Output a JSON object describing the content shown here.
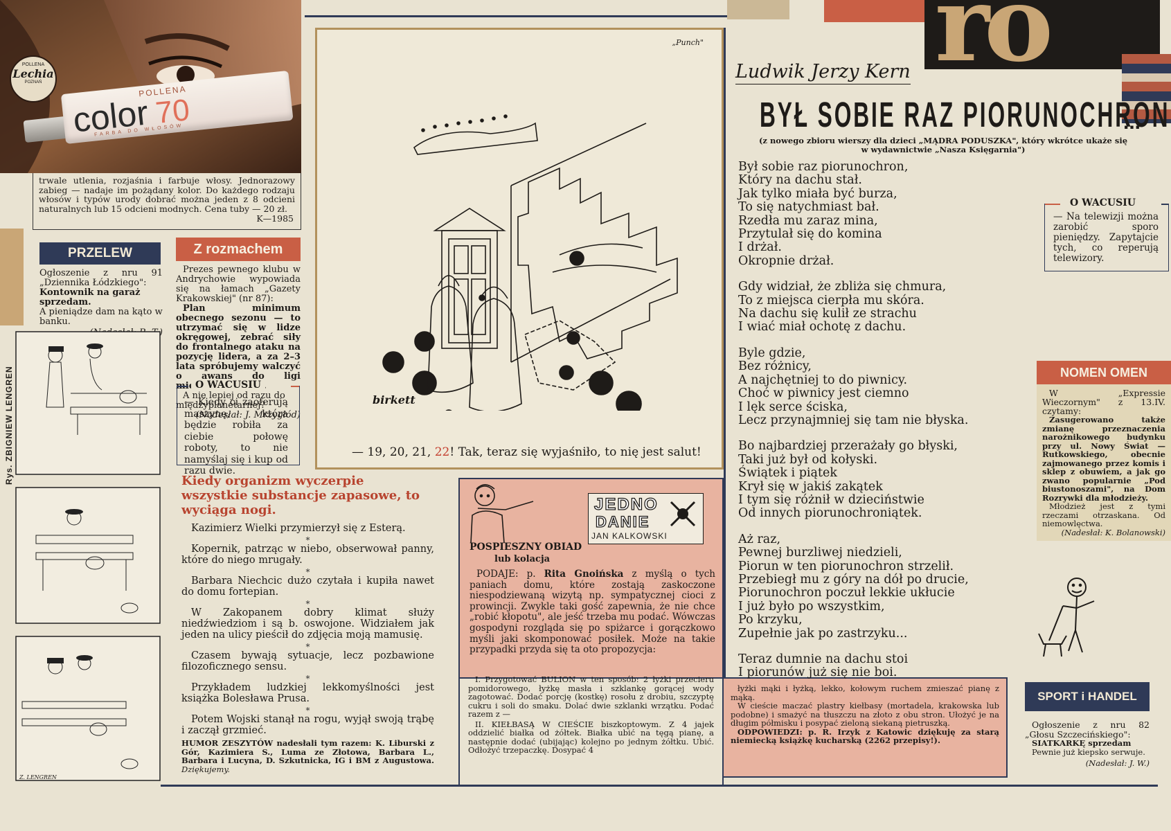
{
  "ad": {
    "brand": "POLLENA",
    "logo_text": "Lechia",
    "city": "POZNAŃ",
    "product": "color",
    "product_number": "70",
    "tube_text": "FARBA DO WŁOSÓW",
    "body": "trwale utlenia, rozjaśnia i farbuje włosy. Jednorazowy zabieg — nadaje im pożądany kolor. Do każdego rodzaju włosów i typów urody dobrać można jeden z 8 odcieni naturalnych lub 15 odcieni modnych. Cena tuby — 20 zł.",
    "code": "K—1985"
  },
  "masthead": {
    "fragment": "ro"
  },
  "przelew": {
    "title": "PRZELEW",
    "intro": "Ogłoszenie z nru 91 „Dziennika Łódzkiego\":",
    "bold": "Kontownik na garaż sprzedam.",
    "rest": "A pieniądze dam na kąto w banku.",
    "credit": "(Nadesłał: R. T.)"
  },
  "rozmach": {
    "title": "Z rozmachem",
    "p1": "Prezes pewnego klubu w Andrychowie wypowiada się na łamach „Gazety Krakowskiej\" (nr 87):",
    "p2": "Plan minimum obecnego sezonu — to utrzymać się w lidze okręgowej, zebrać siły do frontalnego ataku na pozycję lidera, a za 2–3 lata spróbujemy walczyć o awans do ligi międzynarodowej.",
    "p3": "A nie lepiej od razu do międzyplanetarnej?",
    "credit": "(Nadesłał: J. Mrzygłód)"
  },
  "wacus1": {
    "title": "O WACUSIU",
    "text": "— Kiedy ci zaoferują maszynę, która będzie robiła za ciebie połowę roboty, to nie namyślaj się i kup od razu dwie."
  },
  "wacus2": {
    "title": "O WACUSIU",
    "text": "— Na telewizji można zarobić sporo pieniędzy. Zapytajcie tych, co reperują telewizory."
  },
  "cartoon": {
    "source": "„Punch\"",
    "signature": "birkett",
    "caption_a": "— 19, 20, 21, ",
    "caption_b": "22",
    "caption_c": "! Tak, teraz się wyjaśniło, to nię jest salut!"
  },
  "lengren": {
    "credit": "Rys. ZBIGNIEW LENGREN",
    "sign": "Z. LENGREN"
  },
  "jokes": {
    "headline": "Kiedy organizm wyczerpie wszystkie substancje zapasowe, to wyciąga nogi.",
    "items": [
      "Kazimierz Wielki przymierzył się z Esterą.",
      "Kopernik, patrząc w niebo, obserwował panny, które do niego mrugały.",
      "Barbara Niechcic dużo czytała i kupiła nawet do domu fortepian.",
      "W Zakopanem dobry klimat służy niedźwiedziom i są b. oswojone. Widziałem jak jeden na ulicy pieścił do zdjęcia moją mamusię.",
      "Czasem bywają sytuacje, lecz pozbawione filozoficznego sensu.",
      "Przykładem ludzkiej lekkomyślności jest książka Bolesława Prusa.",
      "Potem Wojski stanął na rogu, wyjął swoją trąbę i zaczął grzmieć."
    ],
    "footer_lead": "HUMOR ZESZYTÓW nadesłali tym razem: K. Liburski z Gór, Kazimiera S., Luma ze Złotowa, Barbara L., Barbara i Lucyna, D. Szkutnicka, IG i BM z Augustowa.",
    "footer_thanks": "Dziękujemy."
  },
  "recipe": {
    "logo_line1": "JEDNO",
    "logo_line2": "DANIE",
    "logo_author": "JAN KALKOWSKI",
    "title": "POSPIESZNY OBIAD",
    "subtitle": "lub kolacja",
    "intro_a": "PODAJE: p. ",
    "intro_name": "Rita Gnoińska",
    "intro_b": " z myślą o tych paniach domu, które zostają zaskoczone niespodziewaną wizytą np. sympatycznej cioci z prowincji. Zwykle taki gość zapewnia, że nie chce „robić kłopotu\", ale jeść trzeba mu podać. Wówczas gospodyni rozgląda się po spiżarce i gorączkowo myśli jaki skomponować posiłek. Może na takie przypadki przyda się ta oto propozycja:",
    "step1": "I. Przygotować BULION w ten sposób: 2 łyżki przecieru pomidorowego, łyżkę masła i szklankę gorącej wody zagotować. Dodać porcję (kostkę) rosołu z drobiu, szczyptę cukru i soli do smaku. Dolać dwie szklanki wrzątku. Podać razem z —",
    "step2": "II. KIEŁBASĄ W CIEŚCIE biszkoptowym. Z 4 jajek oddzielić białka od żółtek. Białka ubić na tęgą pianę, a następnie dodać (ubijając) kolejno po jednym żółtku. Ubić. Odłożyć trzepaczkę. Dosypać 4",
    "cont1": "łyżki mąki i łyżką, lekko, kołowym ruchem zmieszać pianę z mąką.",
    "cont2": "W cieście maczać plastry kiełbasy (mortadela, krakowska lub podobne) i smażyć na tłuszczu na złoto z obu stron. Ułożyć je na długim półmisku i posypać zieloną siekaną pietruszką.",
    "answers": "ODPOWIEDZI: p. R. Irzyk z Katowic dziękuję za starą niemiecką książkę kucharską (2262 przepisy!)."
  },
  "poem": {
    "author": "Ludwik Jerzy Kern",
    "title": "BYŁ SOBIE RAZ PIORUNOCHRON",
    "title_tail": "...",
    "note_a": "(z nowego zbioru wierszy dla dzieci „MĄDRA PODUSZKA\", który wkrótce ukaże się",
    "note_b": "w wydawnictwie „Nasza Księgarnia\")",
    "stanzas": [
      [
        "Był sobie raz piorunochron,",
        "Który na dachu stał.",
        "Jak tylko miała być burza,",
        "To się natychmiast bał.",
        "Rzedła mu zaraz mina,",
        "Przytulał się do komina",
        "I drżał.",
        "Okropnie drżał."
      ],
      [
        "Gdy widział, że zbliża się chmura,",
        "To z miejsca cierpła mu skóra.",
        "Na dachu się kulił ze strachu",
        "I wiać miał ochotę z dachu."
      ],
      [
        "Byle gdzie,",
        "Bez różnicy,",
        "A najchętniej to do piwnicy.",
        "Choć w piwnicy jest ciemno",
        "I lęk serce ściska,",
        "Lecz przynajmniej się tam nie błyska."
      ],
      [
        "Bo najbardziej przerażały go błyski,",
        "Taki już był od kołyski.",
        "Świątek i piątek",
        "Krył się w jakiś zakątek",
        "I tym się różnił w dzieciństwie",
        "Od innych piorunochroniątek."
      ],
      [
        "Aż raz,",
        "Pewnej burzliwej niedzieli,",
        "Piorun w ten piorunochron strzelił.",
        "Przebiegł mu z góry na dół po drucie,",
        "Piorunochron poczuł lekkie ukłucie",
        "I już było po wszystkim,",
        "Po krzyku,",
        "Zupełnie jak po zastrzyku..."
      ],
      [
        "Teraz dumnie na dachu stoi",
        "I piorunów już się nie boi."
      ]
    ]
  },
  "nomen": {
    "title": "NOMEN OMEN",
    "intro": "W „Expressie Wieczornym\" z 13.IV. czytamy:",
    "bold": "Zasugerowano także zmianę przeznaczenia narożnikowego budynku przy ul. Nowy Świat — Rutkowskiego, obecnie zajmowanego przez komis i sklep z obuwiem, a jak go zwano popularnie „Pod biustonoszami\", na Dom Rozrywki dla młodzieży.",
    "rest": "Młodzież jest z tymi rzeczami otrzaskana. Od niemowlęctwa.",
    "credit": "(Nadesłał: K. Bolanowski)"
  },
  "sport": {
    "title": "SPORT i HANDEL",
    "intro": "Ogłoszenie z nru 82 „Głosu Szczecińskiego\":",
    "bold": "SIATKARKĘ sprzedam",
    "rest": "Pewnie już kiepsko serwuje.",
    "credit": "(Nadesłał: J. W.)"
  },
  "colors": {
    "navy": "#2f3a57",
    "red": "#c95f45",
    "salmon": "#e8b3a0",
    "paper": "#e9e3d2",
    "headline_red": "#b8442f"
  }
}
